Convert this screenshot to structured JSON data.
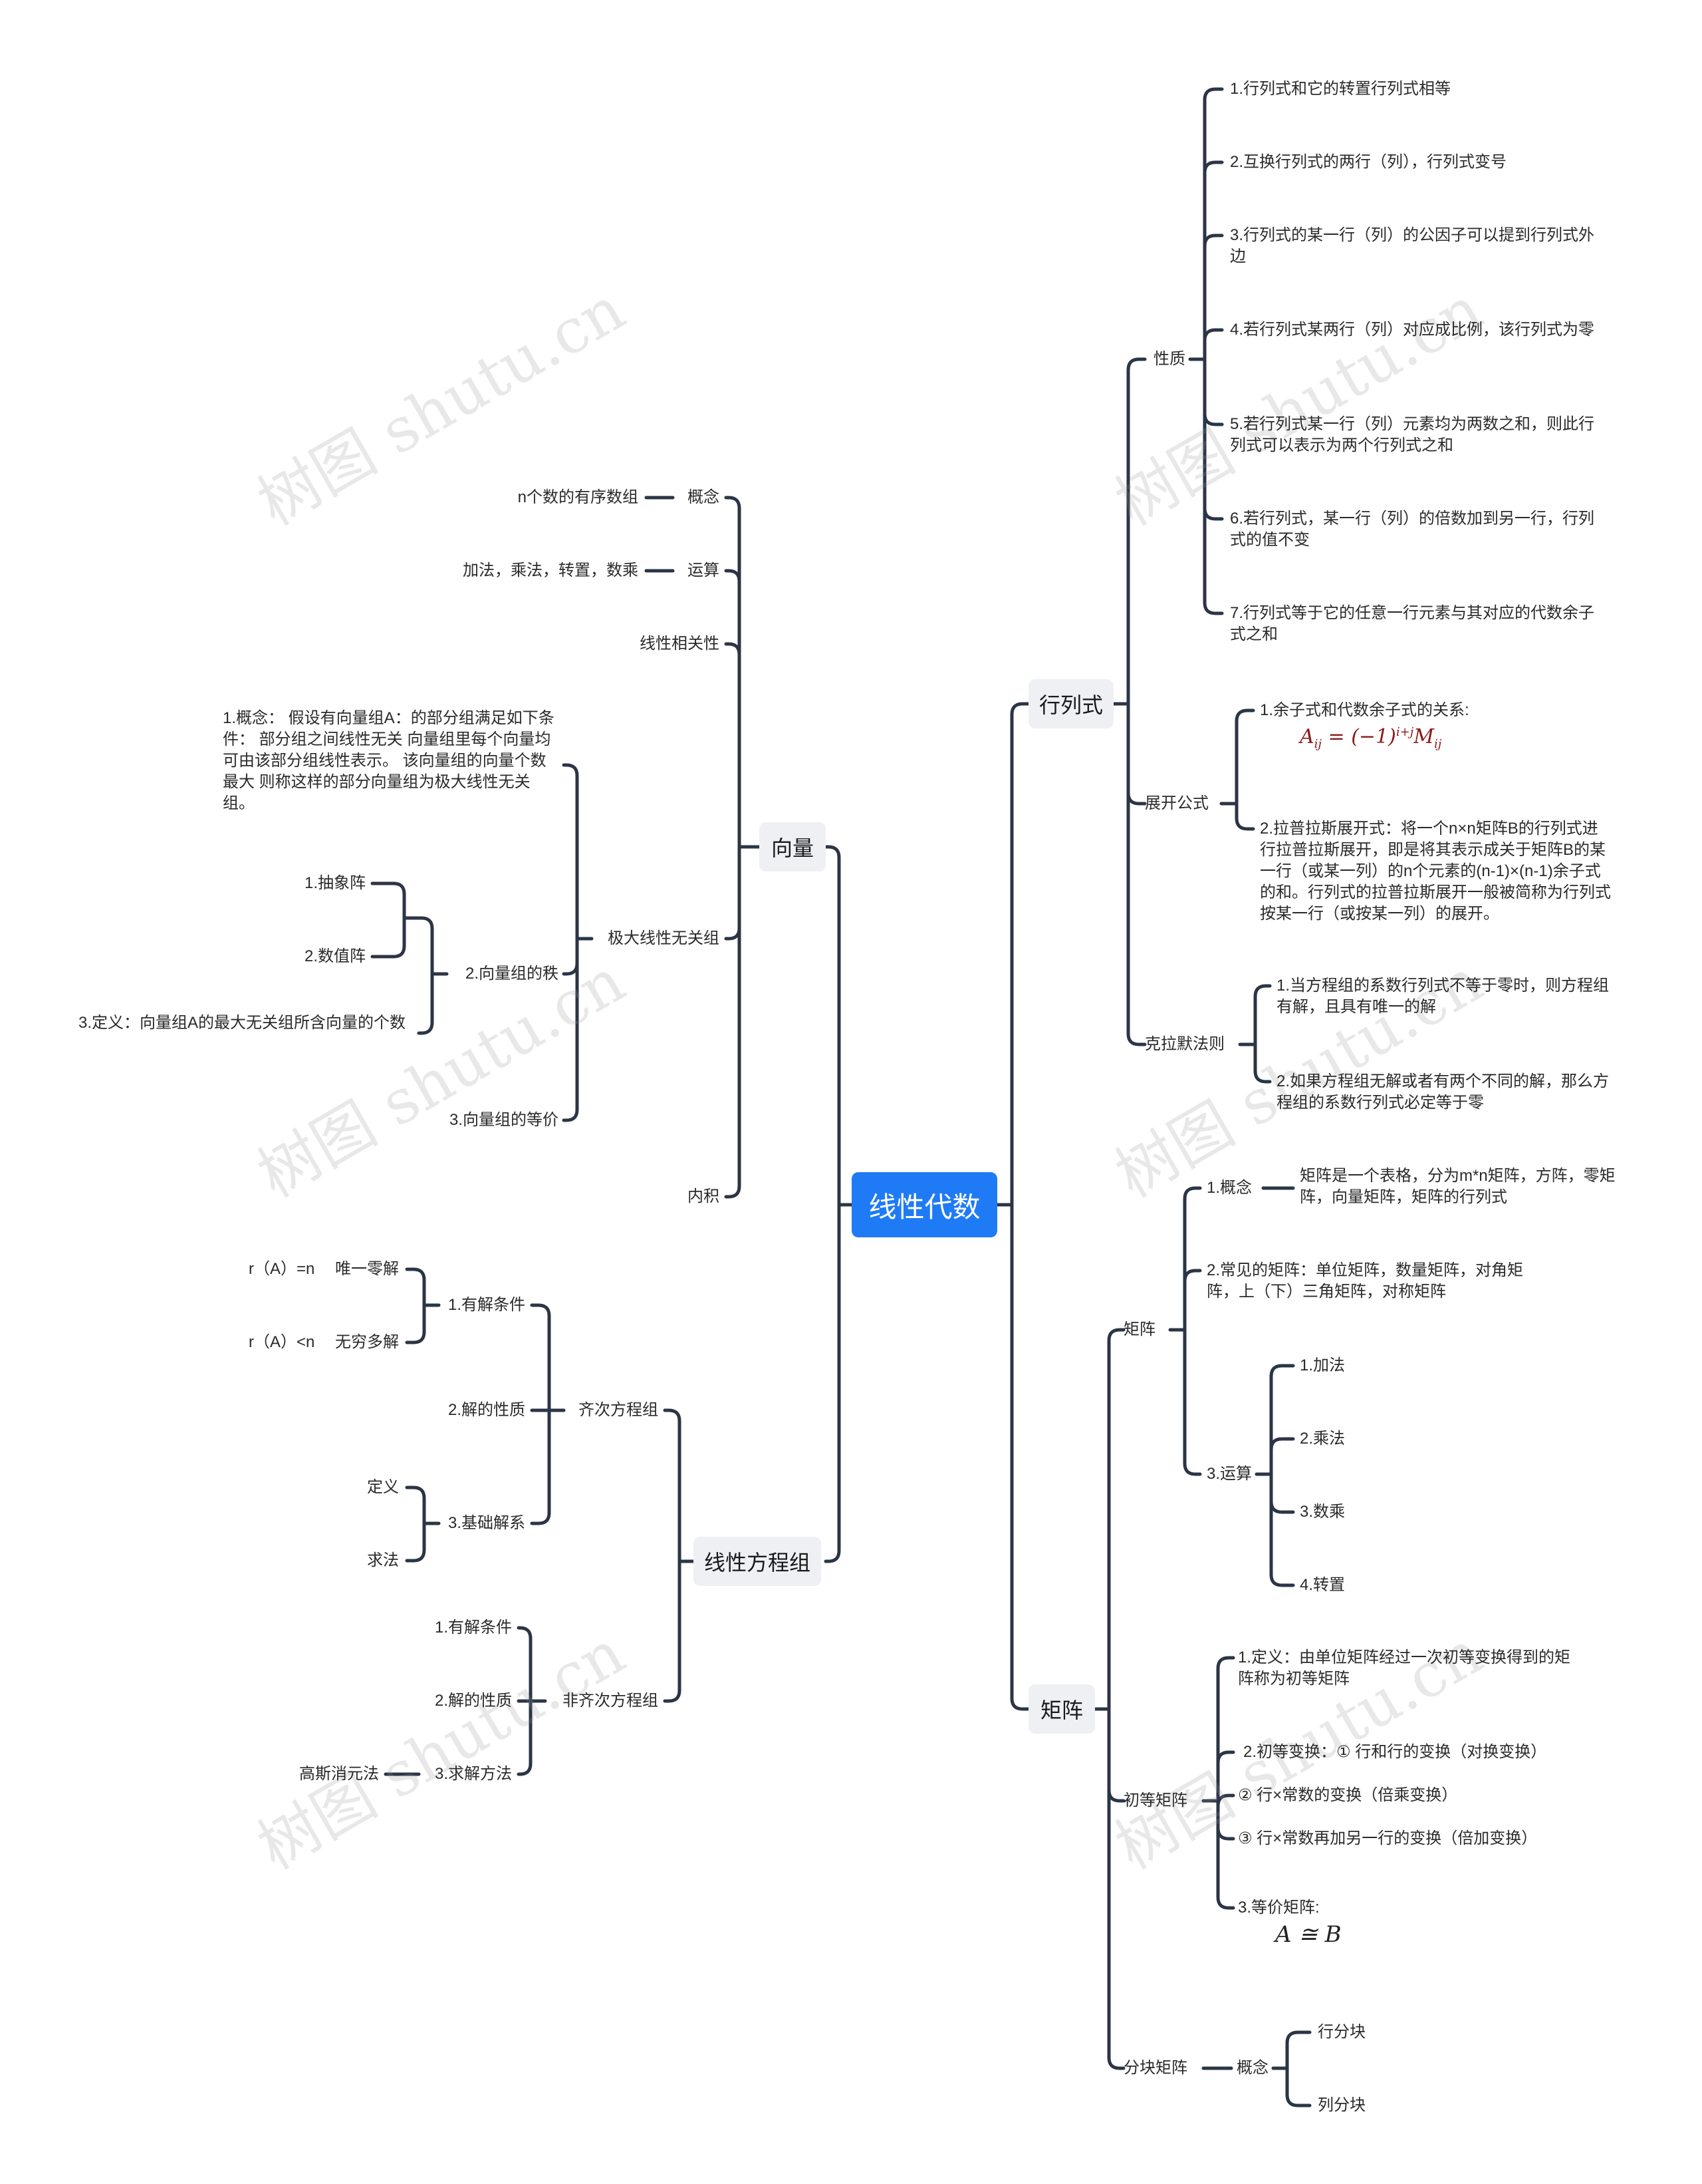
{
  "root": "线性代数",
  "watermark": "树图 shutu.cn",
  "right": {
    "determinant": {
      "label": "行列式",
      "properties": {
        "label": "性质",
        "items": [
          "1.行列式和它的转置行列式相等",
          "2.互换行列式的两行（列），行列式变号",
          "3.行列式的某一行（列）的公因子可以提到行列式外边",
          "4.若行列式某两行（列）对应成比例，该行列式为零",
          "5.若行列式某一行（列）元素均为两数之和，则此行列式可以表示为两个行列式之和",
          "6.若行列式，某一行（列）的倍数加到另一行，行列式的值不变",
          "7.行列式等于它的任意一行元素与其对应的代数余子式之和"
        ]
      },
      "expansion": {
        "label": "展开公式",
        "item1": "1.余子式和代数余子式的关系:",
        "formula": {
          "lhs": "A",
          "lhs_sub": "ij",
          "eq": " = (−1)",
          "exp": "i+j",
          "rhs": "M",
          "rhs_sub": "ij"
        },
        "item2": "2.拉普拉斯展开式：将一个n×n矩阵B的行列式进行拉普拉斯展开，即是将其表示成关于矩阵B的某一行（或某一列）的n个元素的(n-1)×(n-1)余子式的和。行列式的拉普拉斯展开一般被简称为行列式按某一行（或按某一列）的展开。"
      },
      "cramer": {
        "label": "克拉默法则",
        "items": [
          "1.当方程组的系数行列式不等于零时，则方程组有解，且具有唯一的解",
          "2.如果方程组无解或者有两个不同的解，那么方程组的系数行列式必定等于零"
        ]
      }
    },
    "matrix": {
      "label": "矩阵",
      "matrix_node": {
        "label": "矩阵",
        "concept_label": "1.概念",
        "concept_text": "矩阵是一个表格，分为m*n矩阵，方阵，零矩阵，向量矩阵，矩阵的行列式",
        "common_text": "2.常见的矩阵：单位矩阵，数量矩阵，对角矩阵，上（下）三角矩阵，对称矩阵",
        "ops_label": "3.运算",
        "ops": [
          "1.加法",
          "2.乘法",
          "3.数乘",
          "4.转置"
        ]
      },
      "elementary": {
        "label": "初等矩阵",
        "def": "1.定义：由单位矩阵经过一次初等变换得到的矩阵称为初等矩阵",
        "transform1": "2.初等变换：① 行和行的变换（对换变换）",
        "transform2": "② 行×常数的变换（倍乘变换）",
        "transform3": "③ 行×常数再加另一行的变换（倍加变换）",
        "equiv": "3.等价矩阵:",
        "equiv_formula": "A ≅ B"
      },
      "block": {
        "label": "分块矩阵",
        "concept": "概念",
        "items": [
          "行分块",
          "列分块"
        ]
      }
    }
  },
  "left": {
    "vector": {
      "label": "向量",
      "concept": {
        "label": "概念",
        "detail": "n个数的有序数组"
      },
      "ops": {
        "label": "运算",
        "detail": "加法，乘法，转置，数乘"
      },
      "linear": "线性相关性",
      "maximal": {
        "label": "极大线性无关组",
        "concept": "1.概念： 假设有向量组A：的部分组满足如下条件： 部分组之间线性无关 向量组里每个向量均可由该部分组线性表示。 该向量组的向量个数最大 则称这样的部分向量组为极大线性无关组。",
        "rank": {
          "label": "2.向量组的秩",
          "sub": [
            "1.抽象阵",
            "2.数值阵"
          ],
          "def": "3.定义：向量组A的最大无关组所含向量的个数"
        },
        "equiv": "3.向量组的等价"
      },
      "inner": "内积"
    },
    "system": {
      "label": "线性方程组",
      "homogeneous": {
        "label": "齐次方程组",
        "cond": {
          "label": "1.有解条件",
          "items": [
            "r（A）=n　 唯一零解",
            "r（A）<n　 无穷多解"
          ]
        },
        "nature": "2.解的性质",
        "basis": {
          "label": "3.基础解系",
          "items": [
            "定义",
            "求法"
          ]
        }
      },
      "nonhomogeneous": {
        "label": "非齐次方程组",
        "cond": "1.有解条件",
        "nature": "2.解的性质",
        "method": {
          "label": "3.求解方法",
          "detail": "高斯消元法"
        }
      }
    }
  }
}
